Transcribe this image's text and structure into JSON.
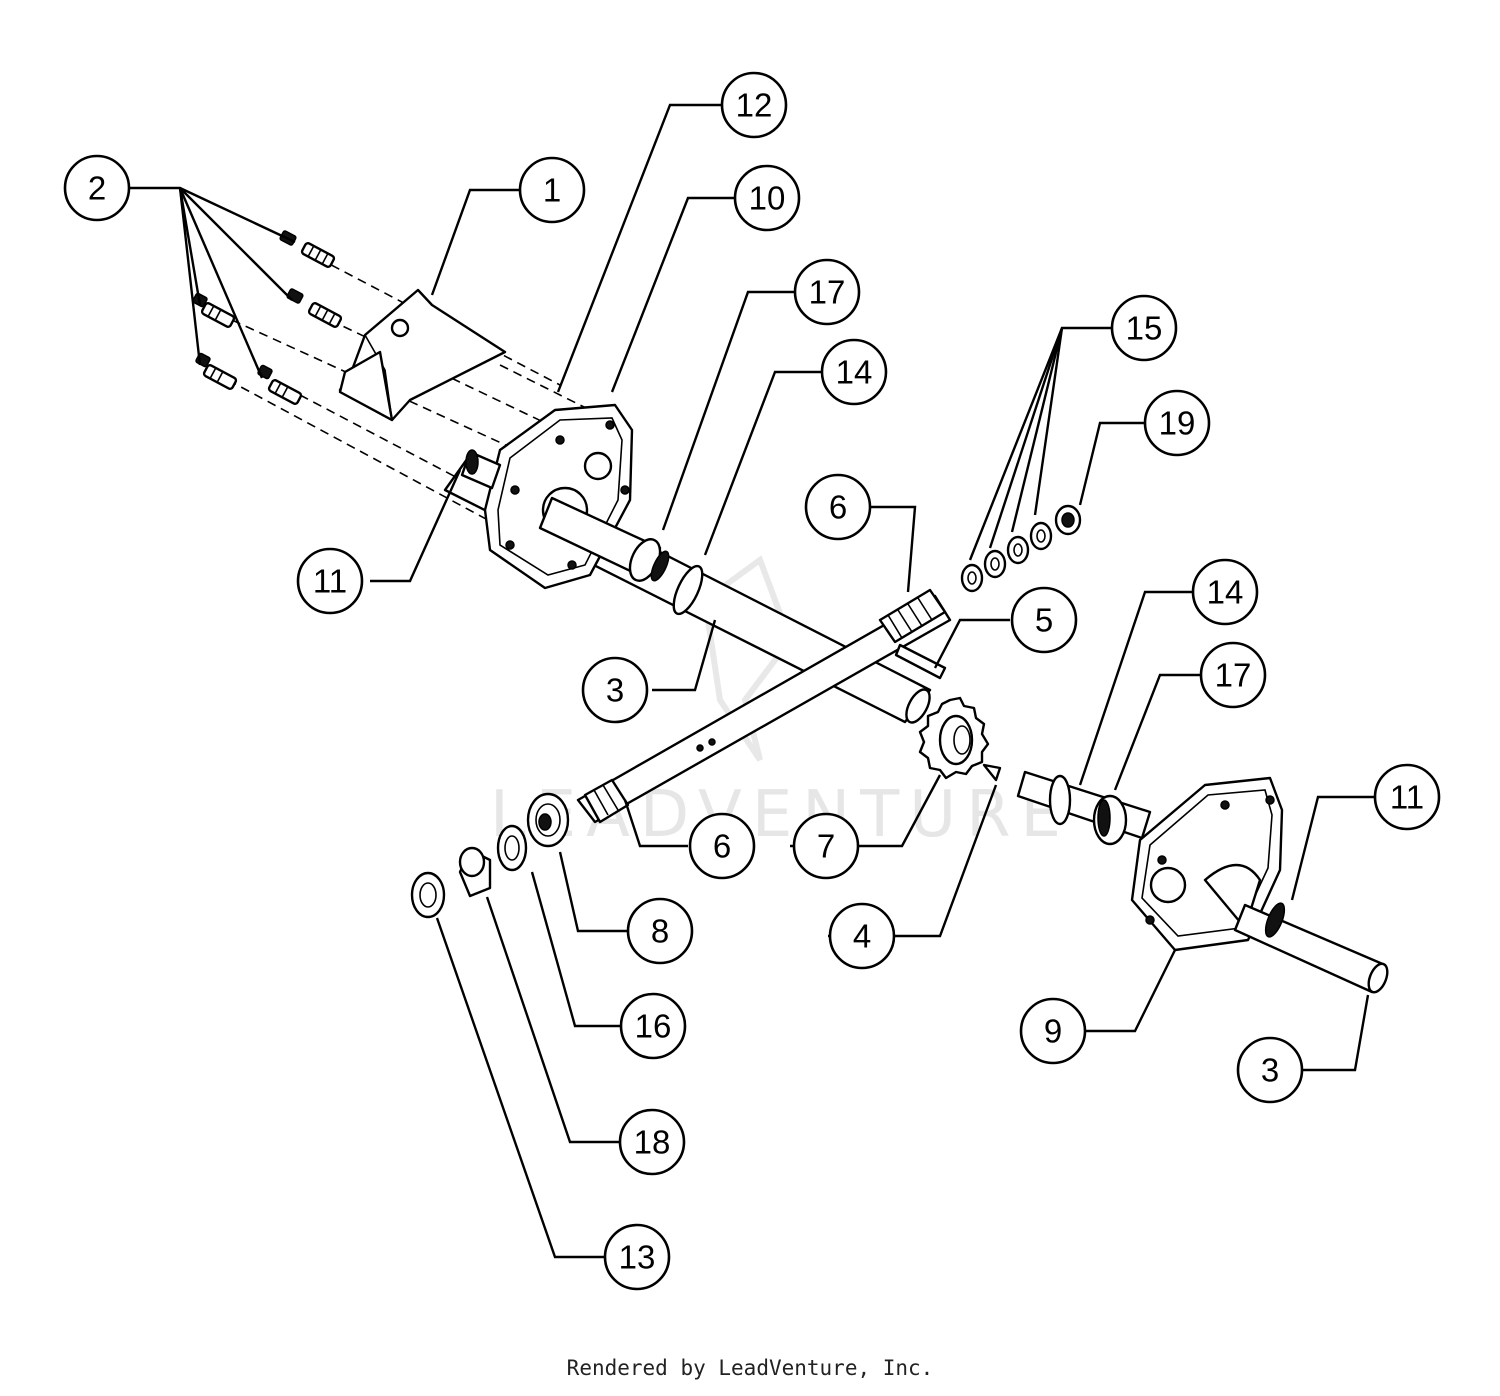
{
  "callouts": [
    "2",
    "1",
    "12",
    "10",
    "17",
    "14",
    "15",
    "19",
    "6",
    "11",
    "3",
    "5",
    "14",
    "17",
    "11",
    "6",
    "7",
    "8",
    "4",
    "16",
    "9",
    "3",
    "18",
    "13"
  ],
  "watermark": "LEADVENTURE",
  "footer": "Rendered by LeadVenture, Inc.",
  "colors": {
    "line": "#000000",
    "background": "#ffffff",
    "watermark": "#e6e6e6"
  }
}
